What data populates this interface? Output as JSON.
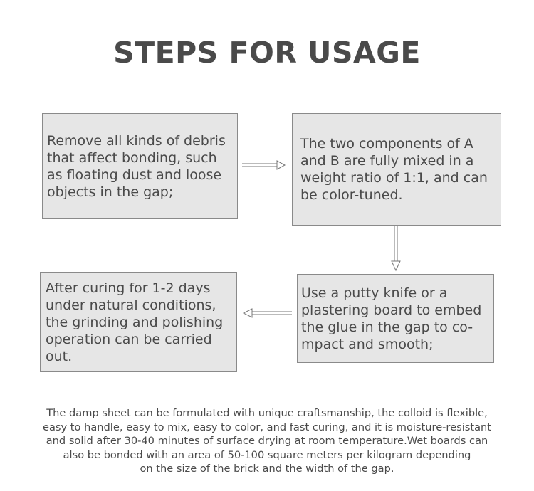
{
  "title": "STEPS FOR USAGE",
  "steps": [
    {
      "text": "Remove all kinds of debris\nthat affect bonding, such\nas floating dust and loose\nobjects in the gap;"
    },
    {
      "text": "The two components of A\nand B are fully mixed in a\nweight ratio of 1:1, and can\nbe color-tuned."
    },
    {
      "text": "Use a putty knife or a\nplastering board to embed\nthe glue in the gap to co-\nmpact and smooth;"
    },
    {
      "text": "After curing for 1-2 days\nunder natural conditions,\nthe grinding and polishing\noperation can be carried\nout."
    }
  ],
  "note": "The damp sheet can be formulated with unique craftsmanship, the colloid is flexible,\neasy to handle, easy to mix, easy to color, and fast curing, and it is moisture-resistant\nand solid after 30-40 minutes of surface drying at room temperature.Wet boards can\nalso be bonded with an area of 50-100 square meters per kilogram depending\non the size of the brick and the width of the gap."
}
